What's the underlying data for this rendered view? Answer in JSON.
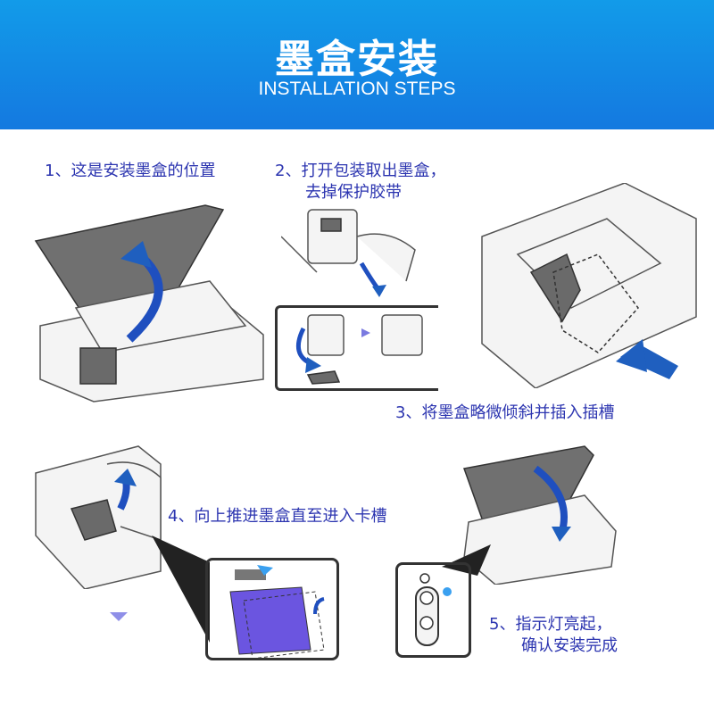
{
  "header": {
    "title": "墨盒安装",
    "subtitle": "INSTALLATION STEPS"
  },
  "colors": {
    "header_top": "#129be9",
    "header_bottom": "#1479e0",
    "step_text": "#2c35b0",
    "arrow": "#1f5fbf"
  },
  "steps": [
    {
      "line1": "1、这是安装墨盒的位置",
      "line2": ""
    },
    {
      "line1": "2、打开包装取出墨盒，",
      "line2": "去掉保护胶带"
    },
    {
      "line1": "3、将墨盒略微倾斜并插入插槽",
      "line2": ""
    },
    {
      "line1": "4、向上推进墨盒直至进入卡槽",
      "line2": ""
    },
    {
      "line1": "5、指示灯亮起，",
      "line2": "确认安装完成"
    }
  ]
}
